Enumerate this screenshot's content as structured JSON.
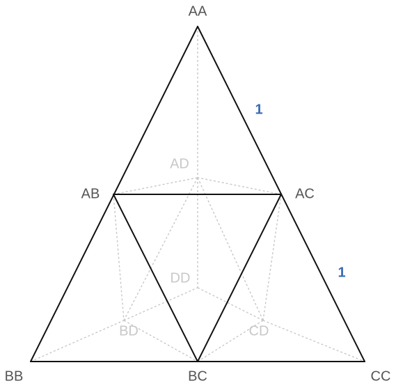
{
  "vertices": {
    "AA": "AA",
    "AB": "AB",
    "AC": "AC",
    "AD": "AD",
    "BB": "BB",
    "BC": "BC",
    "CC": "CC",
    "BD": "BD",
    "CD": "CD",
    "DD": "DD"
  },
  "edge_labels": {
    "upper_right": "1",
    "lower_right": "1"
  },
  "colors": {
    "solid_edge": "#111111",
    "hidden_edge": "#c8c8c8",
    "label_text": "#555555",
    "hidden_label_text": "#c8c8c8",
    "edge_label_text": "#3a6bb0"
  }
}
